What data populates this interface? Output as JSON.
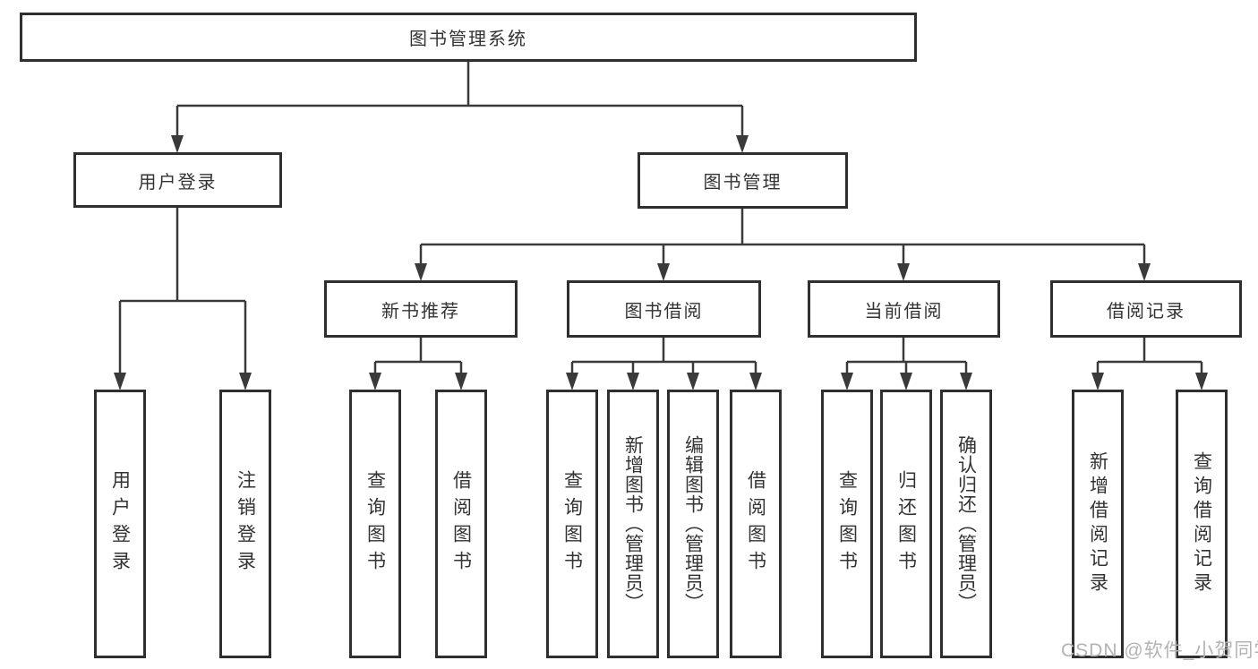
{
  "title": "图书管理系统",
  "colors": {
    "background": "#ffffff",
    "line": "#3a3a3a",
    "box_border": "#2f2f2f",
    "text": "#333333",
    "watermark": "#b3b3b3"
  },
  "diagram": {
    "root": {
      "label": "图书管理系统"
    },
    "level2": [
      {
        "label": "用户登录"
      },
      {
        "label": "图书管理"
      }
    ],
    "level3": [
      {
        "label": "新书推荐",
        "parent": "图书管理"
      },
      {
        "label": "图书借阅",
        "parent": "图书管理"
      },
      {
        "label": "当前借阅",
        "parent": "图书管理"
      },
      {
        "label": "借阅记录",
        "parent": "图书管理"
      }
    ],
    "leaves": [
      {
        "label": "用户登录",
        "parent": "用户登录"
      },
      {
        "label": "注销登录",
        "parent": "用户登录"
      },
      {
        "label": "查询图书",
        "parent": "新书推荐"
      },
      {
        "label": "借阅图书",
        "parent": "新书推荐"
      },
      {
        "label": "查询图书",
        "parent": "图书借阅"
      },
      {
        "label": "新增图书（管理员）",
        "parent": "图书借阅"
      },
      {
        "label": "编辑图书（管理员）",
        "parent": "图书借阅"
      },
      {
        "label": "借阅图书",
        "parent": "图书借阅"
      },
      {
        "label": "查询图书",
        "parent": "当前借阅"
      },
      {
        "label": "归还图书",
        "parent": "当前借阅"
      },
      {
        "label": "确认归还（管理员）",
        "parent": "当前借阅"
      },
      {
        "label": "新增借阅记录",
        "parent": "借阅记录"
      },
      {
        "label": "查询借阅记录",
        "parent": "借阅记录"
      }
    ]
  },
  "watermark": {
    "text": "CSDN @软件_小贺同学"
  }
}
